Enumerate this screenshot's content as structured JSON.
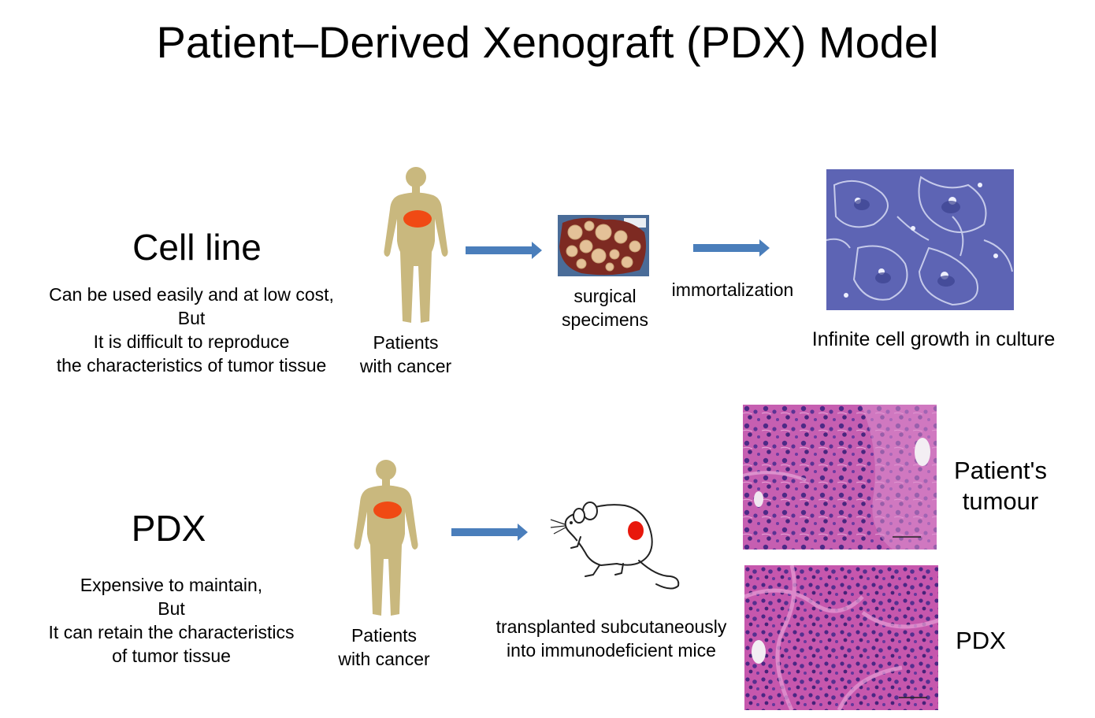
{
  "title": "Patient–Derived Xenograft (PDX) Model",
  "cell_line": {
    "heading": "Cell line",
    "desc": [
      "Can be used easily and at low cost,",
      "But",
      "It is difficult to reproduce",
      "the characteristics of tumor tissue"
    ],
    "patient_label": [
      "Patients",
      "with cancer"
    ],
    "specimen_label": [
      "surgical",
      "specimens"
    ],
    "step_label": "immortalization",
    "result_label": "Infinite cell growth in culture"
  },
  "pdx": {
    "heading": "PDX",
    "desc": [
      "Expensive to maintain,",
      "But",
      "It can retain the characteristics",
      "of tumor tissue"
    ],
    "patient_label": [
      "Patients",
      "with cancer"
    ],
    "transplant_label": [
      "transplanted subcutaneously",
      "into immunodeficient mice"
    ],
    "tumour_label": [
      "Patient's",
      "tumour"
    ],
    "pdx_label": "PDX"
  },
  "colors": {
    "arrow": "#4a7ebb",
    "body": "#c9b87e",
    "tumor": "#f04a14",
    "mouse_tumor": "#e8180c"
  },
  "icons": {
    "patient": "human-body-silhouette",
    "mouse": "mouse-outline",
    "specimen": "surgical-specimen-photo",
    "cells": "cell-culture-micrograph",
    "histology": "he-stained-tissue"
  }
}
